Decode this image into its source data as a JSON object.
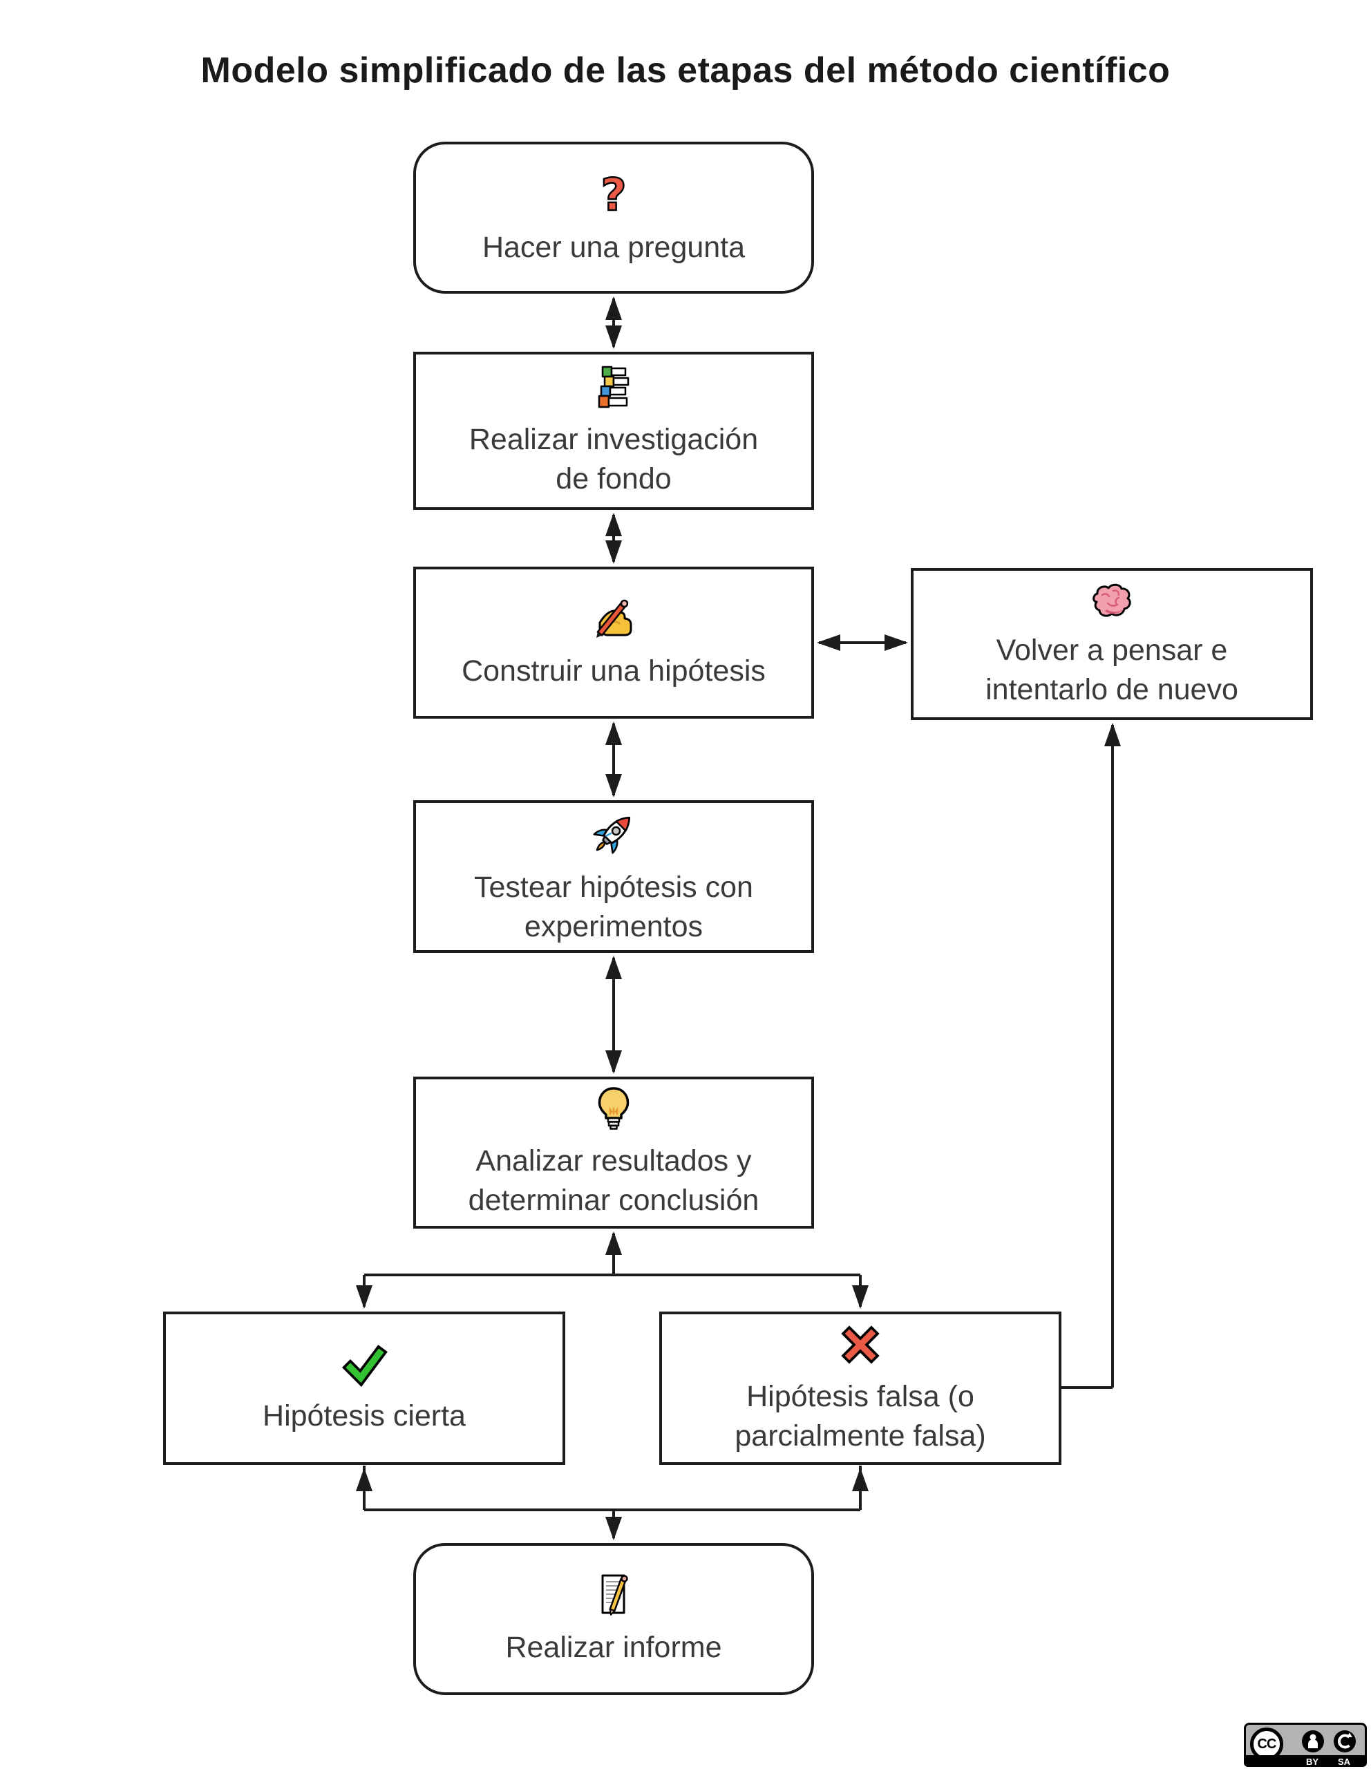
{
  "title": "Modelo simplificado de las etapas del método científico",
  "nodes": [
    {
      "label": "Hacer una pregunta",
      "icon": "question-mark-icon",
      "shape": "rounded"
    },
    {
      "label": "Realizar investigación\nde fondo",
      "icon": "books-icon",
      "shape": "rect"
    },
    {
      "label": "Construir una hipótesis",
      "icon": "writing-hand-icon",
      "shape": "rect"
    },
    {
      "label": "Testear hipótesis con\nexperimentos",
      "icon": "rocket-icon",
      "shape": "rect"
    },
    {
      "label": "Analizar resultados y\ndeterminar conclusión",
      "icon": "light-bulb-icon",
      "shape": "rect"
    },
    {
      "label": "Hipótesis cierta",
      "icon": "check-mark-icon",
      "shape": "rect"
    },
    {
      "label": "Hipótesis falsa (o\nparcialmente falsa)",
      "icon": "cross-mark-icon",
      "shape": "rect"
    },
    {
      "label": "Realizar informe",
      "icon": "memo-icon",
      "shape": "rounded"
    },
    {
      "label": "Volver a pensar e\nintentarlo de nuevo",
      "icon": "brain-icon",
      "shape": "rect"
    }
  ],
  "license": {
    "cc": "CC",
    "by": "BY",
    "sa": "SA"
  },
  "colors": {
    "line": "#1c1c1c",
    "box_border": "#1c1c1c",
    "text": "#3a3a3a",
    "question_red": "#ea5a47",
    "check_green": "#32c232",
    "cross_red": "#ea5a47",
    "brain_pink": "#f2a0ae"
  }
}
